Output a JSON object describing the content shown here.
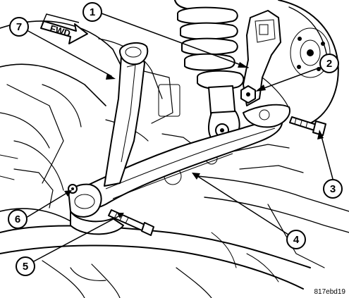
{
  "diagram": {
    "direction_label": "FWD",
    "reference_id": "817ebd19",
    "callouts": [
      "1",
      "2",
      "3",
      "4",
      "5",
      "6",
      "7"
    ]
  }
}
